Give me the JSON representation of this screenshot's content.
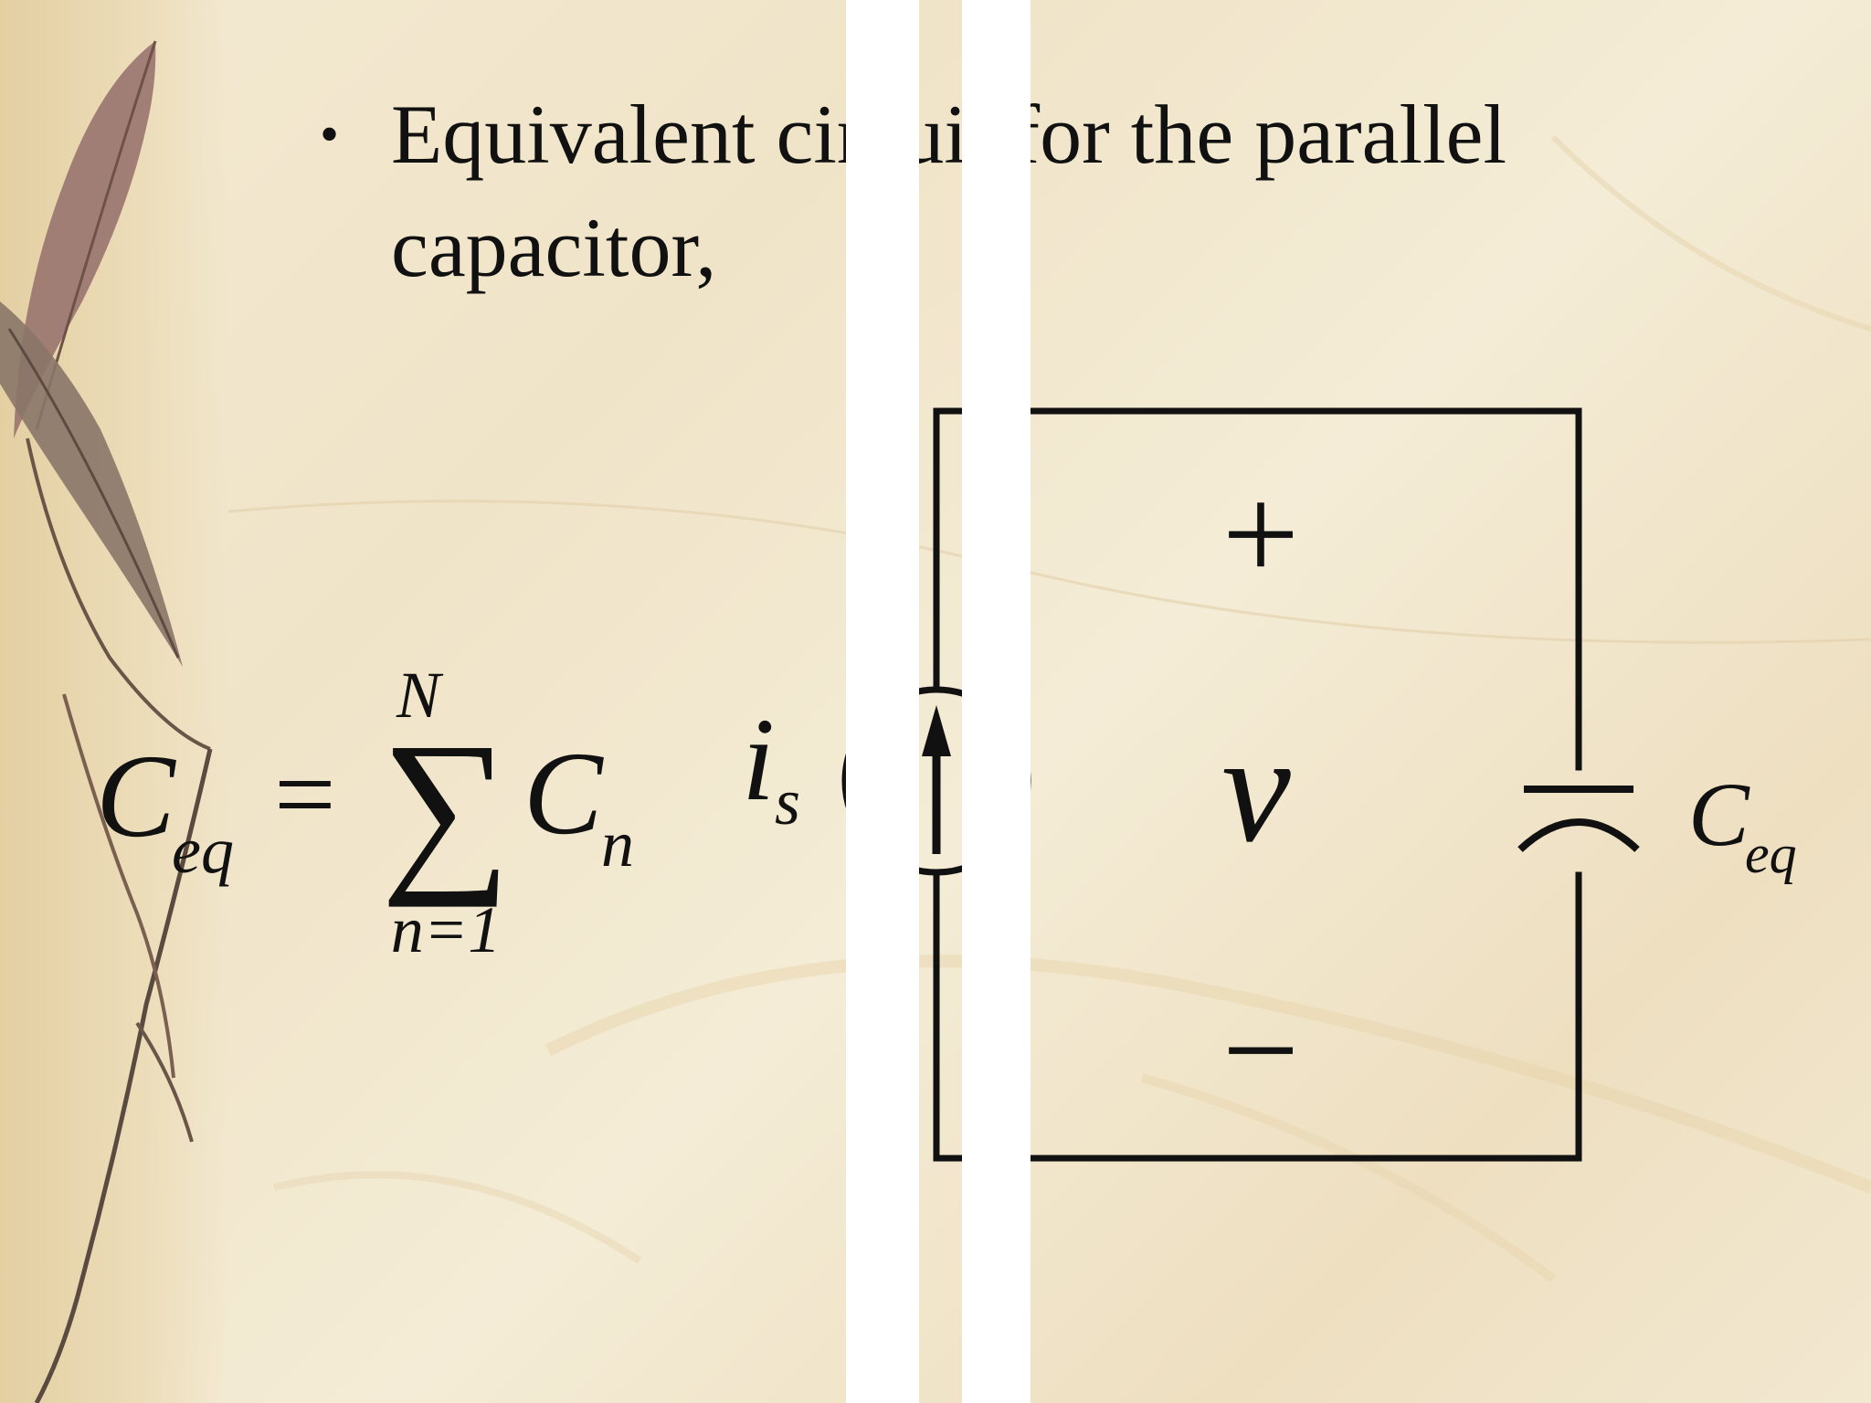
{
  "slide": {
    "bullet_line1": "Equivalent circuit for the parallel",
    "bullet_line2": "capacitor,"
  },
  "equation": {
    "lhs_symbol": "C",
    "lhs_subscript": "eq",
    "equals": "=",
    "sum_upper": "N",
    "sum_sign": "∑",
    "sum_lower": "n=1",
    "term_symbol": "C",
    "term_subscript": "n"
  },
  "circuit": {
    "source_label": "i",
    "source_subscript": "s",
    "voltage_label": "v",
    "plus_sign": "+",
    "minus_sign": "−",
    "capacitor_label": "C",
    "capacitor_subscript": "eq"
  },
  "colors": {
    "background": "#f3ead2",
    "ink": "#111111",
    "overlay_bar": "#ffffff"
  }
}
